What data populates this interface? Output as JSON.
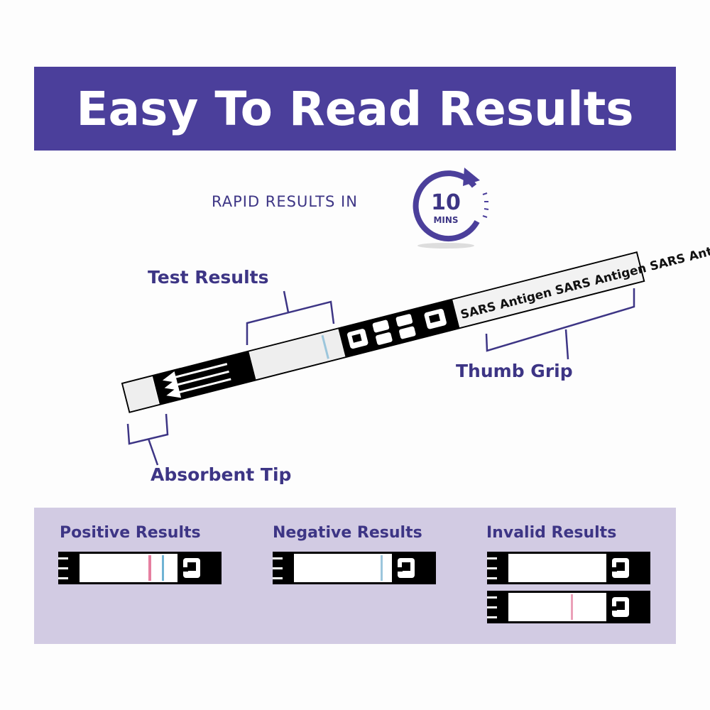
{
  "banner": {
    "title": "Easy To Read Results"
  },
  "timer": {
    "prefix": "RAPID RESULTS IN",
    "number": "10",
    "unit": "MINS"
  },
  "strip": {
    "labels": {
      "test_results": "Test Results",
      "thumb_grip": "Thumb Grip",
      "absorbent_tip": "Absorbent Tip"
    },
    "grip_text": "SARS Antigen SARS Antigen SARS Antigen"
  },
  "results": [
    {
      "title": "Positive Results"
    },
    {
      "title": "Negative Results"
    },
    {
      "title": "Invalid Results"
    }
  ],
  "colors": {
    "brand": "#4b3f9b",
    "text": "#3d3585",
    "panel": "#d2cbe3",
    "control_line": "#7bb8d6",
    "test_line": "#e67fa0"
  }
}
